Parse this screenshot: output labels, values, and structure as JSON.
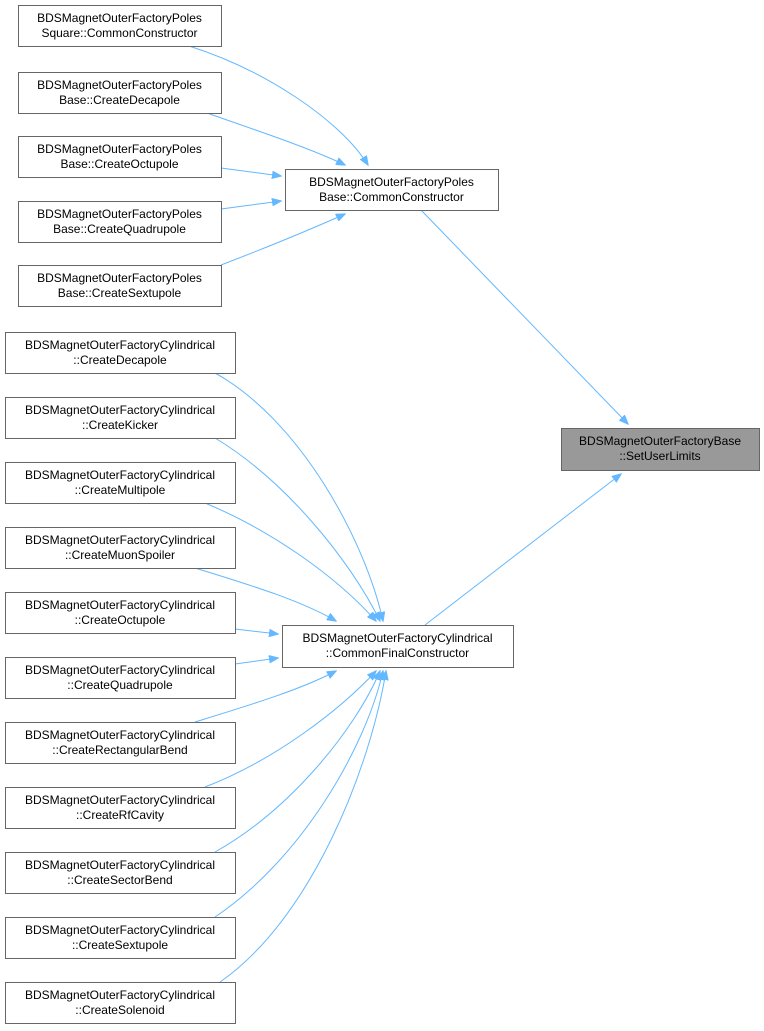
{
  "colors": {
    "edge": "#63b8ff",
    "node_border": "#666666",
    "node_fill": "#ffffff",
    "highlight_fill": "#999999"
  },
  "nodes": {
    "set_user_limits": {
      "line1": "BDSMagnetOuterFactoryBase",
      "line2": "::SetUserLimits",
      "highlighted": true
    },
    "poles_common": {
      "line1": "BDSMagnetOuterFactoryPoles",
      "line2": "Base::CommonConstructor"
    },
    "cyl_common_final": {
      "line1": "BDSMagnetOuterFactoryCylindrical",
      "line2": "::CommonFinalConstructor"
    },
    "square_common": {
      "line1": "BDSMagnetOuterFactoryPoles",
      "line2": "Square::CommonConstructor"
    },
    "poles_decapole": {
      "line1": "BDSMagnetOuterFactoryPoles",
      "line2": "Base::CreateDecapole"
    },
    "poles_octupole": {
      "line1": "BDSMagnetOuterFactoryPoles",
      "line2": "Base::CreateOctupole"
    },
    "poles_quadrupole": {
      "line1": "BDSMagnetOuterFactoryPoles",
      "line2": "Base::CreateQuadrupole"
    },
    "poles_sextupole": {
      "line1": "BDSMagnetOuterFactoryPoles",
      "line2": "Base::CreateSextupole"
    },
    "cyl_decapole": {
      "line1": "BDSMagnetOuterFactoryCylindrical",
      "line2": "::CreateDecapole"
    },
    "cyl_kicker": {
      "line1": "BDSMagnetOuterFactoryCylindrical",
      "line2": "::CreateKicker"
    },
    "cyl_multipole": {
      "line1": "BDSMagnetOuterFactoryCylindrical",
      "line2": "::CreateMultipole"
    },
    "cyl_muon_spoiler": {
      "line1": "BDSMagnetOuterFactoryCylindrical",
      "line2": "::CreateMuonSpoiler"
    },
    "cyl_octupole": {
      "line1": "BDSMagnetOuterFactoryCylindrical",
      "line2": "::CreateOctupole"
    },
    "cyl_quadrupole": {
      "line1": "BDSMagnetOuterFactoryCylindrical",
      "line2": "::CreateQuadrupole"
    },
    "cyl_rect_bend": {
      "line1": "BDSMagnetOuterFactoryCylindrical",
      "line2": "::CreateRectangularBend"
    },
    "cyl_rf_cavity": {
      "line1": "BDSMagnetOuterFactoryCylindrical",
      "line2": "::CreateRfCavity"
    },
    "cyl_sector_bend": {
      "line1": "BDSMagnetOuterFactoryCylindrical",
      "line2": "::CreateSectorBend"
    },
    "cyl_sextupole": {
      "line1": "BDSMagnetOuterFactoryCylindrical",
      "line2": "::CreateSextupole"
    },
    "cyl_solenoid": {
      "line1": "BDSMagnetOuterFactoryCylindrical",
      "line2": "::CreateSolenoid"
    }
  },
  "edges": [
    {
      "from": "poles_common",
      "to": "set_user_limits"
    },
    {
      "from": "cyl_common_final",
      "to": "set_user_limits"
    },
    {
      "from": "square_common",
      "to": "poles_common"
    },
    {
      "from": "poles_decapole",
      "to": "poles_common"
    },
    {
      "from": "poles_octupole",
      "to": "poles_common"
    },
    {
      "from": "poles_quadrupole",
      "to": "poles_common"
    },
    {
      "from": "poles_sextupole",
      "to": "poles_common"
    },
    {
      "from": "cyl_decapole",
      "to": "cyl_common_final"
    },
    {
      "from": "cyl_kicker",
      "to": "cyl_common_final"
    },
    {
      "from": "cyl_multipole",
      "to": "cyl_common_final"
    },
    {
      "from": "cyl_muon_spoiler",
      "to": "cyl_common_final"
    },
    {
      "from": "cyl_octupole",
      "to": "cyl_common_final"
    },
    {
      "from": "cyl_quadrupole",
      "to": "cyl_common_final"
    },
    {
      "from": "cyl_rect_bend",
      "to": "cyl_common_final"
    },
    {
      "from": "cyl_rf_cavity",
      "to": "cyl_common_final"
    },
    {
      "from": "cyl_sector_bend",
      "to": "cyl_common_final"
    },
    {
      "from": "cyl_sextupole",
      "to": "cyl_common_final"
    },
    {
      "from": "cyl_solenoid",
      "to": "cyl_common_final"
    }
  ]
}
